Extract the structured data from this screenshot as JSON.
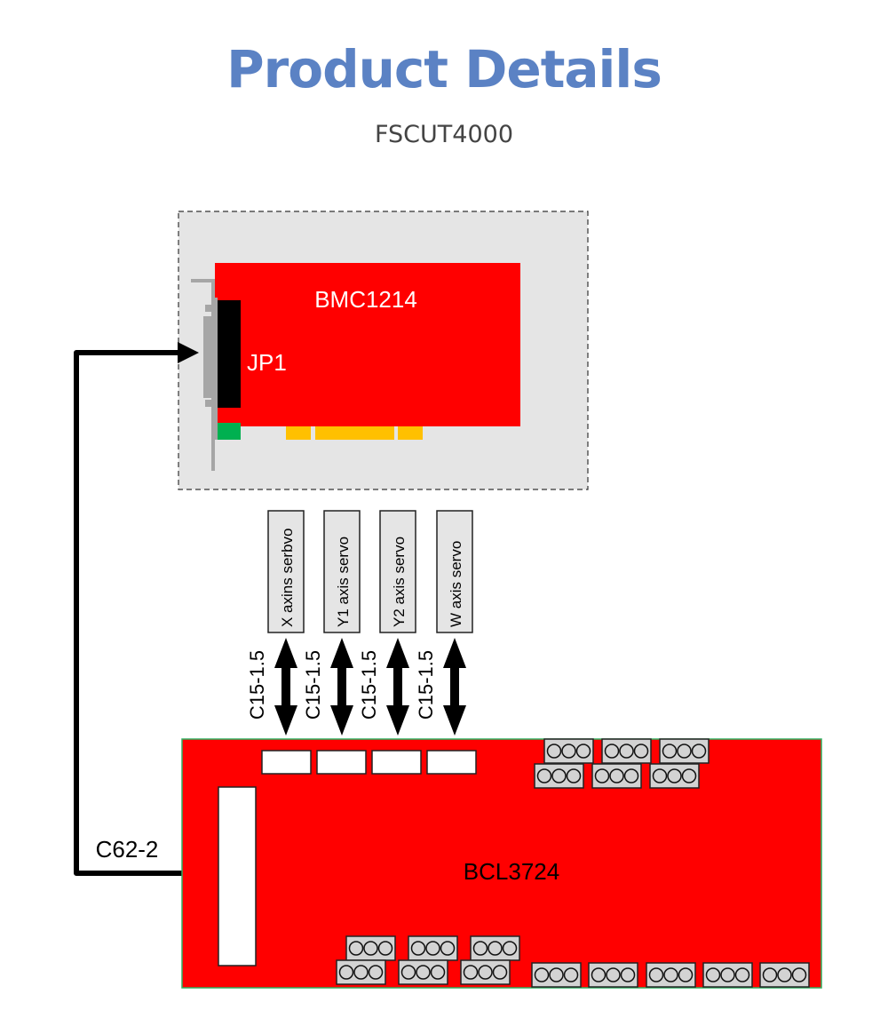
{
  "header": {
    "title": "Product Details",
    "subtitle": "FSCUT4000"
  },
  "colors": {
    "title": "#5b82c4",
    "board": "#ff0000",
    "slot_edge": "#ffc000",
    "indicator": "#00b050",
    "enclosure": "#e5e5e5",
    "board_border": "#2fb060"
  },
  "diagram": {
    "pci_card": {
      "name": "BMC1214",
      "connector": "JP1"
    },
    "servos": [
      {
        "label": "X axins serbvo",
        "cable": "C15-1.5"
      },
      {
        "label": "Y1 axis servo",
        "cable": "C15-1.5"
      },
      {
        "label": "Y2 axis servo",
        "cable": "C15-1.5"
      },
      {
        "label": "W axis servo",
        "cable": "C15-1.5"
      }
    ],
    "breakout_board": {
      "name": "BCL3724"
    },
    "main_cable": "C62-2"
  }
}
